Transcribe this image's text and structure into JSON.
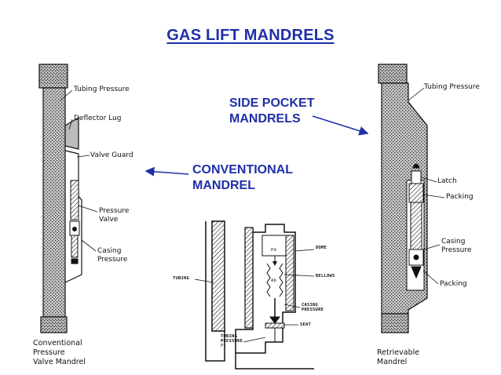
{
  "title": "GAS LIFT MANDRELS",
  "callouts": {
    "side_pocket": [
      "SIDE POCKET",
      "MANDRELS"
    ],
    "conventional": [
      "CONVENTIONAL",
      "MANDREL"
    ]
  },
  "left_diagram": {
    "labels": {
      "tubing_pressure": "Tubing Pressure",
      "deflector_lug": "Deflector Lug",
      "valve_guard": "Valve Guard",
      "pressure_valve": [
        "Pressure",
        "Valve"
      ],
      "casing_pressure": [
        "Casing",
        "Pressure"
      ]
    },
    "caption": [
      "Conventional",
      "Pressure",
      "Valve Mandrel"
    ]
  },
  "right_diagram": {
    "labels": {
      "tubing_pressure": "Tubing Pressure",
      "latch": "Latch",
      "packing_top": "Packing",
      "casing_pressure": [
        "Casing",
        "Pressure"
      ],
      "packing_bottom": "Packing"
    },
    "caption": [
      "Retrievable",
      "Mandrel"
    ]
  },
  "center_diagram": {
    "labels": {
      "dome": "DOME",
      "pd": "Pd",
      "ab": "Ab",
      "bellows": "BELLOWS",
      "casing_pressure": [
        "CASING",
        "PRESSURE"
      ],
      "seat": "SEAT",
      "tubing": "TUBING",
      "tubing_pressure": [
        "TUBING",
        "PRESSURE",
        "Pt"
      ]
    }
  }
}
